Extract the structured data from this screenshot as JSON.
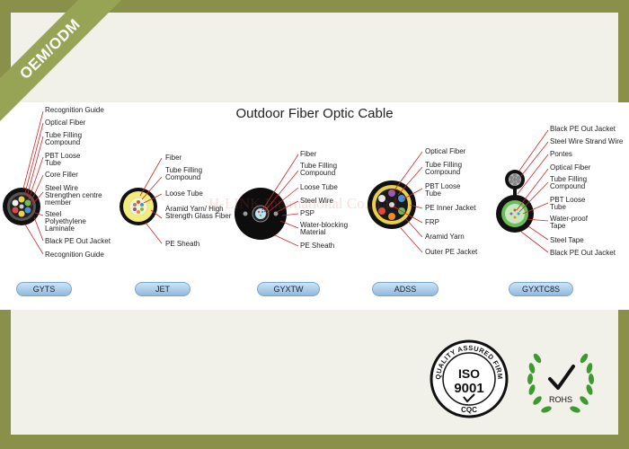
{
  "title": "Outdoor Fiber Optic Cable",
  "corner_badge": "OEM/ODM",
  "watermark": "H-LINK International Co., Ltd.",
  "cables": [
    {
      "name": "GYTS",
      "labels": [
        "Recognition Guide",
        "Optical Fiber",
        "Tube Filling Compound",
        "PBT Loose Tube",
        "Core Filler",
        "Steel Wire Strengthen centre member",
        "Steel Polyethylene Laminate",
        "Black PE Out Jacket",
        "Recognition Guide"
      ]
    },
    {
      "name": "JET",
      "labels": [
        "Fiber",
        "Tube Filling Compound",
        "Loose Tube",
        "Aramid Yarn/ High Strength Glass Fiber",
        "PE Sheath"
      ]
    },
    {
      "name": "GYXTW",
      "labels": [
        "Fiber",
        "Tube Filling Compound",
        "Loose Tube",
        "Steel Wire",
        "PSP",
        "Water-blocking Material",
        "PE Sheath"
      ]
    },
    {
      "name": "ADSS",
      "labels": [
        "Optical Fiber",
        "Tube Filling Compound",
        "PBT Loose Tube",
        "PE Inner Jacket",
        "FRP",
        "Aramid Yarn",
        "Outer PE Jacket"
      ]
    },
    {
      "name": "GYXTC8S",
      "labels": [
        "Black PE Out Jacket",
        "Steel Wire Strand Wire",
        "Pontes",
        "Optical Fiber",
        "Tube Filling Compound",
        "PBT Loose Tube",
        "Water-proof Tape",
        "Steel Tape",
        "Black PE Out Jacket"
      ]
    }
  ],
  "certifications": {
    "iso_ring": "QUALITY ASSURED FIRM",
    "iso_mark": "ISO",
    "iso_number": "9001",
    "iso_sub": "CQC",
    "rohs": "ROHS"
  },
  "colors": {
    "frame": "#8a8f4a",
    "badge": "#97a455",
    "leader_line": "#cc2a2a",
    "pill": "#a9cbe8",
    "rohs_green": "#3d9a2e"
  }
}
